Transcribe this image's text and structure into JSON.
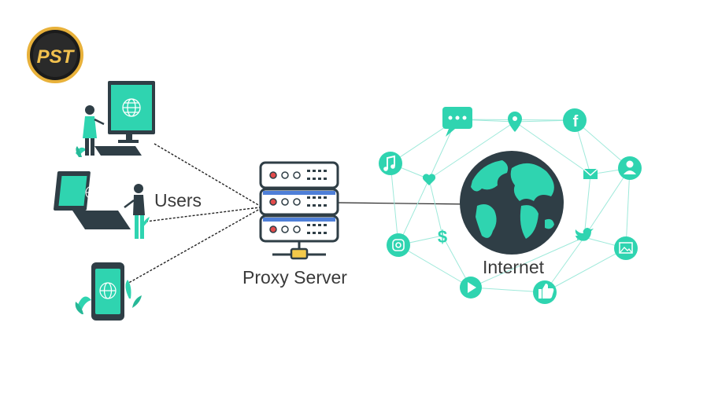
{
  "logo": {
    "text": "PST"
  },
  "labels": {
    "users": "Users",
    "proxy_server": "Proxy Server",
    "internet": "Internet"
  },
  "colors": {
    "accent": "#2fd4b0",
    "dark": "#2f3e46",
    "server_red": "#e24b4b",
    "server_accent": "#4e7fd8",
    "connector_yellow": "#f3c94a",
    "logo_ring": "#e8b13a"
  },
  "icons": [
    "chat-icon",
    "location-pin-icon",
    "facebook-icon",
    "music-note-icon",
    "heart-icon",
    "mail-icon",
    "user-icon",
    "instagram-icon",
    "dollar-icon",
    "twitter-icon",
    "image-icon",
    "play-icon",
    "thumbs-up-icon",
    "globe-icon",
    "server-icon"
  ]
}
